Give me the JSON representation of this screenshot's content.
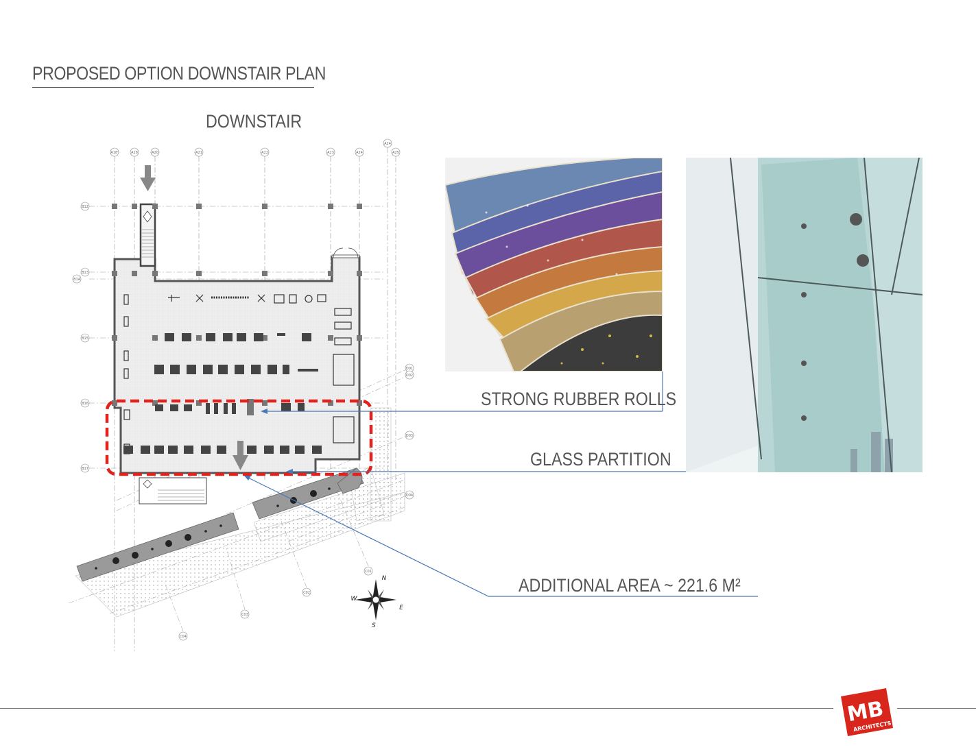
{
  "page": {
    "title": "PROPOSED OPTION DOWNSTAIR PLAN",
    "plan_label": "DOWNSTAIR"
  },
  "callouts": {
    "rubber": "STRONG RUBBER ROLLS",
    "glass": "GLASS PARTITION",
    "area": "ADDITIONAL  AREA  ~ 221.6 M²"
  },
  "grid": {
    "columns": [
      "A18'",
      "A18",
      "A20",
      "A21",
      "A22",
      "A23",
      "A24",
      "A24",
      "A25"
    ],
    "rows": [
      "B12",
      "B13",
      "B14",
      "B15",
      "B16",
      "B17"
    ],
    "diag": [
      "D01",
      "D02",
      "D03",
      "D04"
    ],
    "c_labels": [
      "C01",
      "C02",
      "C03",
      "C04"
    ]
  },
  "compass": {
    "n": "N",
    "s": "S",
    "e": "E",
    "w": "W"
  },
  "logo": {
    "mark": "MB",
    "sub": "ARCHITECTS"
  },
  "colors": {
    "highlight": "#e0231c",
    "leader": "#4a78b8",
    "text": "#555555",
    "logo_red": "#d9261c"
  }
}
